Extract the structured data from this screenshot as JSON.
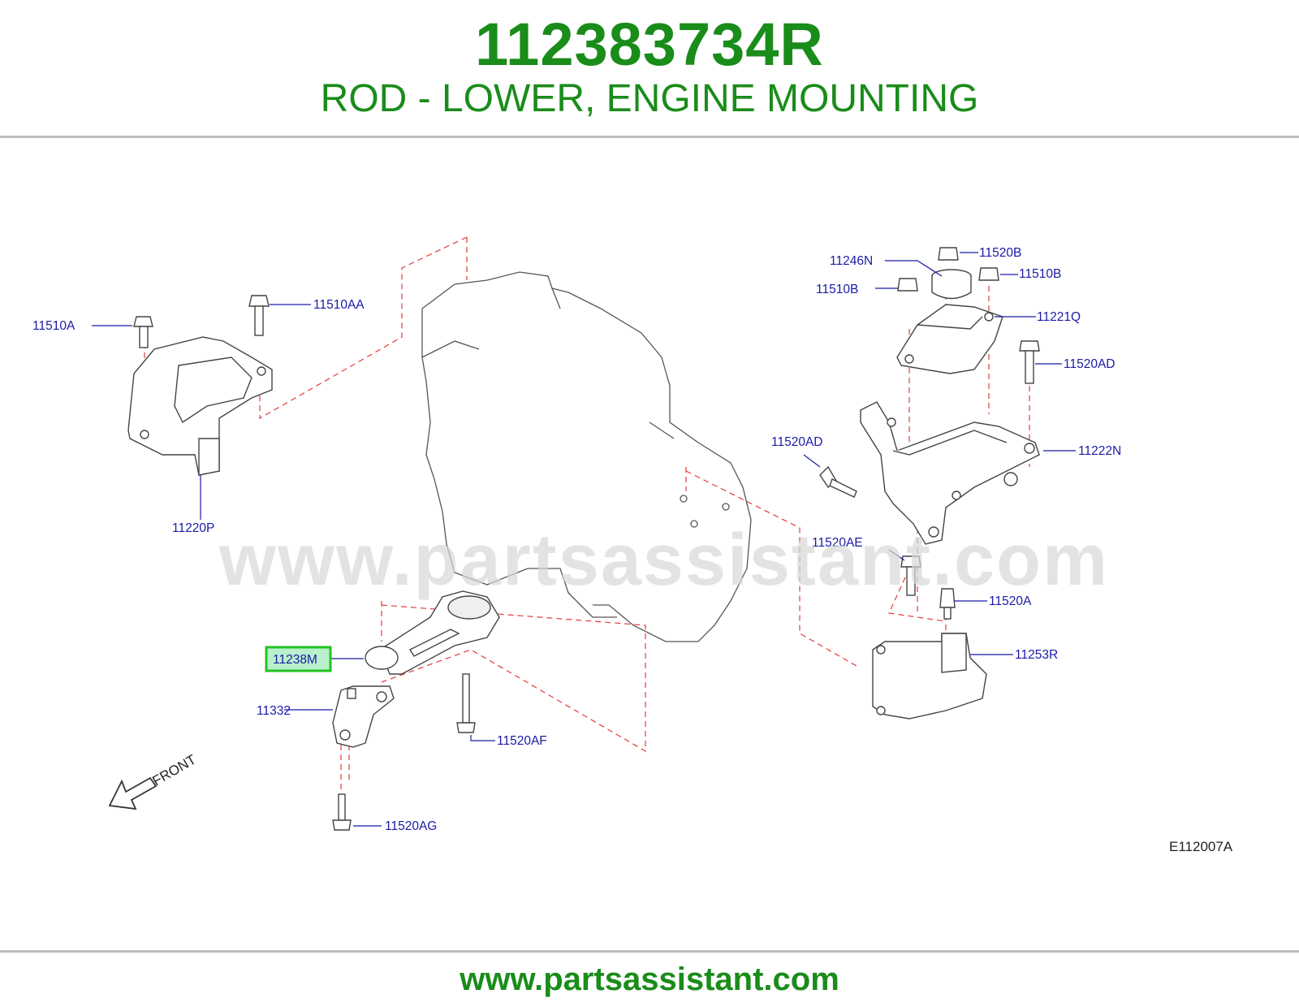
{
  "header": {
    "part_number": "112383734R",
    "description": "ROD - LOWER, ENGINE MOUNTING"
  },
  "diagram": {
    "watermark": "www.partsassistant.com",
    "diagram_code": "E112007A",
    "front_label": "FRONT",
    "highlighted_part": "11238M",
    "labels": {
      "p11510A": "11510A",
      "p11510AA": "11510AA",
      "p11220P": "11220P",
      "p11246N": "11246N",
      "p11520B": "11520B",
      "p11510B_left": "11510B",
      "p11510B_right": "11510B",
      "p11221Q": "11221Q",
      "p11520AD_right": "11520AD",
      "p11520AD_left": "11520AD",
      "p11222N": "11222N",
      "p11520AE": "11520AE",
      "p11520A": "11520A",
      "p11253R": "11253R",
      "p11238M": "11238M",
      "p11332": "11332",
      "p11520AF": "11520AF",
      "p11520AG": "11520AG"
    },
    "colors": {
      "title_green": "#1a8c1a",
      "label_blue": "#1a1aa8",
      "dash_red": "#e23b3b",
      "highlight_border": "#22c322",
      "highlight_fill": "#b8f0cc"
    }
  },
  "footer": {
    "url": "www.partsassistant.com"
  }
}
